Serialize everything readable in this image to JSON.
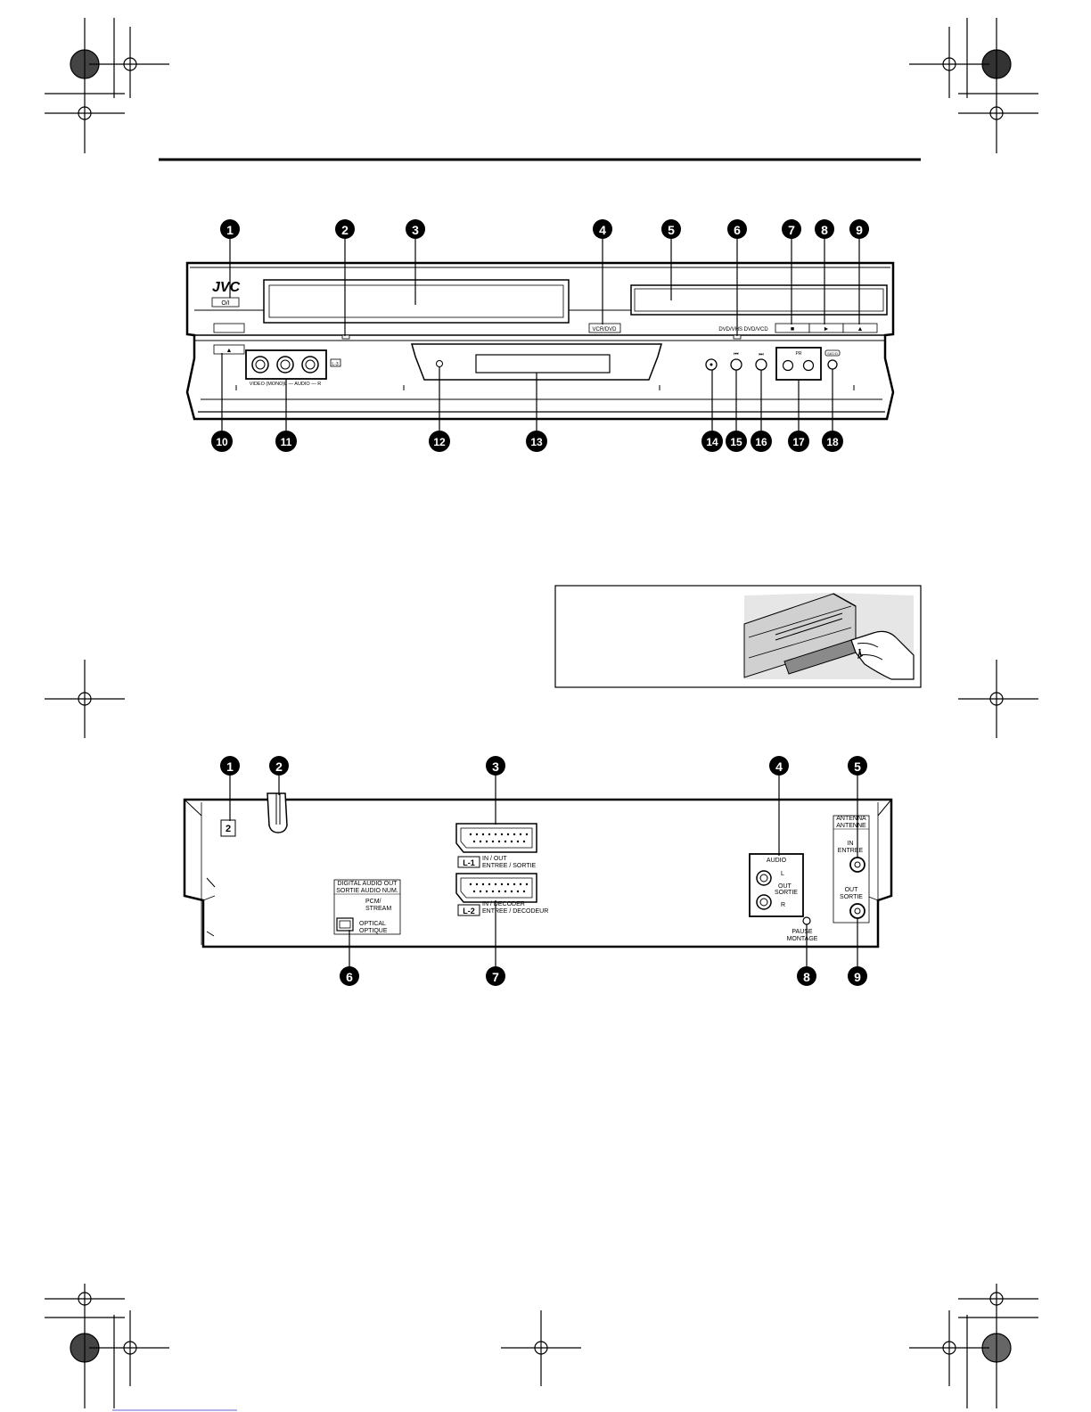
{
  "front_panel": {
    "brand": "JVC",
    "power_label": "O/I",
    "vcr_dvd_label": "VCR/DVD",
    "dvd_vhs_label": "DVD/VHS DVD/VCD",
    "stop_symbol": "■",
    "play_symbol": "►",
    "eject_symbol": "▲",
    "front_input_label": "L-3",
    "front_input_sub": "VIDEO (MONO)L — AUDIO — R",
    "pr_label": "PR",
    "skip_back_label": "⏮",
    "skip_fwd_label": "⏭",
    "satellite_label": "SAT/O",
    "callouts_top": [
      "1",
      "2",
      "3",
      "4",
      "5",
      "6",
      "7",
      "8",
      "9"
    ],
    "callouts_bottom": [
      "10",
      "11",
      "12",
      "13",
      "14",
      "15",
      "16",
      "17",
      "18"
    ]
  },
  "rear_panel": {
    "terminal_label": "2",
    "l1_label": "L-1",
    "l1_desc_1": "IN / OUT",
    "l1_desc_2": "ENTREE / SORTIE",
    "l2_label": "L-2",
    "l2_desc_1": "IN / DECODER",
    "l2_desc_2": "ENTREE / DECODEUR",
    "digital_audio_1": "DIGITAL AUDIO OUT",
    "digital_audio_2": "SORTIE AUDIO NUM.",
    "pcm_1": "PCM/",
    "pcm_2": "STREAM",
    "optical_1": "OPTICAL",
    "optical_2": "OPTIQUE",
    "audio_label": "AUDIO",
    "audio_l": "L",
    "audio_out_1": "OUT",
    "audio_out_2": "SORTIE",
    "audio_r": "R",
    "pause_1": "PAUSE",
    "pause_2": "MONTAGE",
    "antenna_1": "ANTENNA",
    "antenna_2": "ANTENNE",
    "ant_in_1": "IN",
    "ant_in_2": "ENTREE",
    "ant_out_1": "OUT",
    "ant_out_2": "SORTIE",
    "callouts_top": [
      "1",
      "2",
      "3",
      "4",
      "5"
    ],
    "callouts_bottom": [
      "6",
      "7",
      "8",
      "9"
    ]
  }
}
